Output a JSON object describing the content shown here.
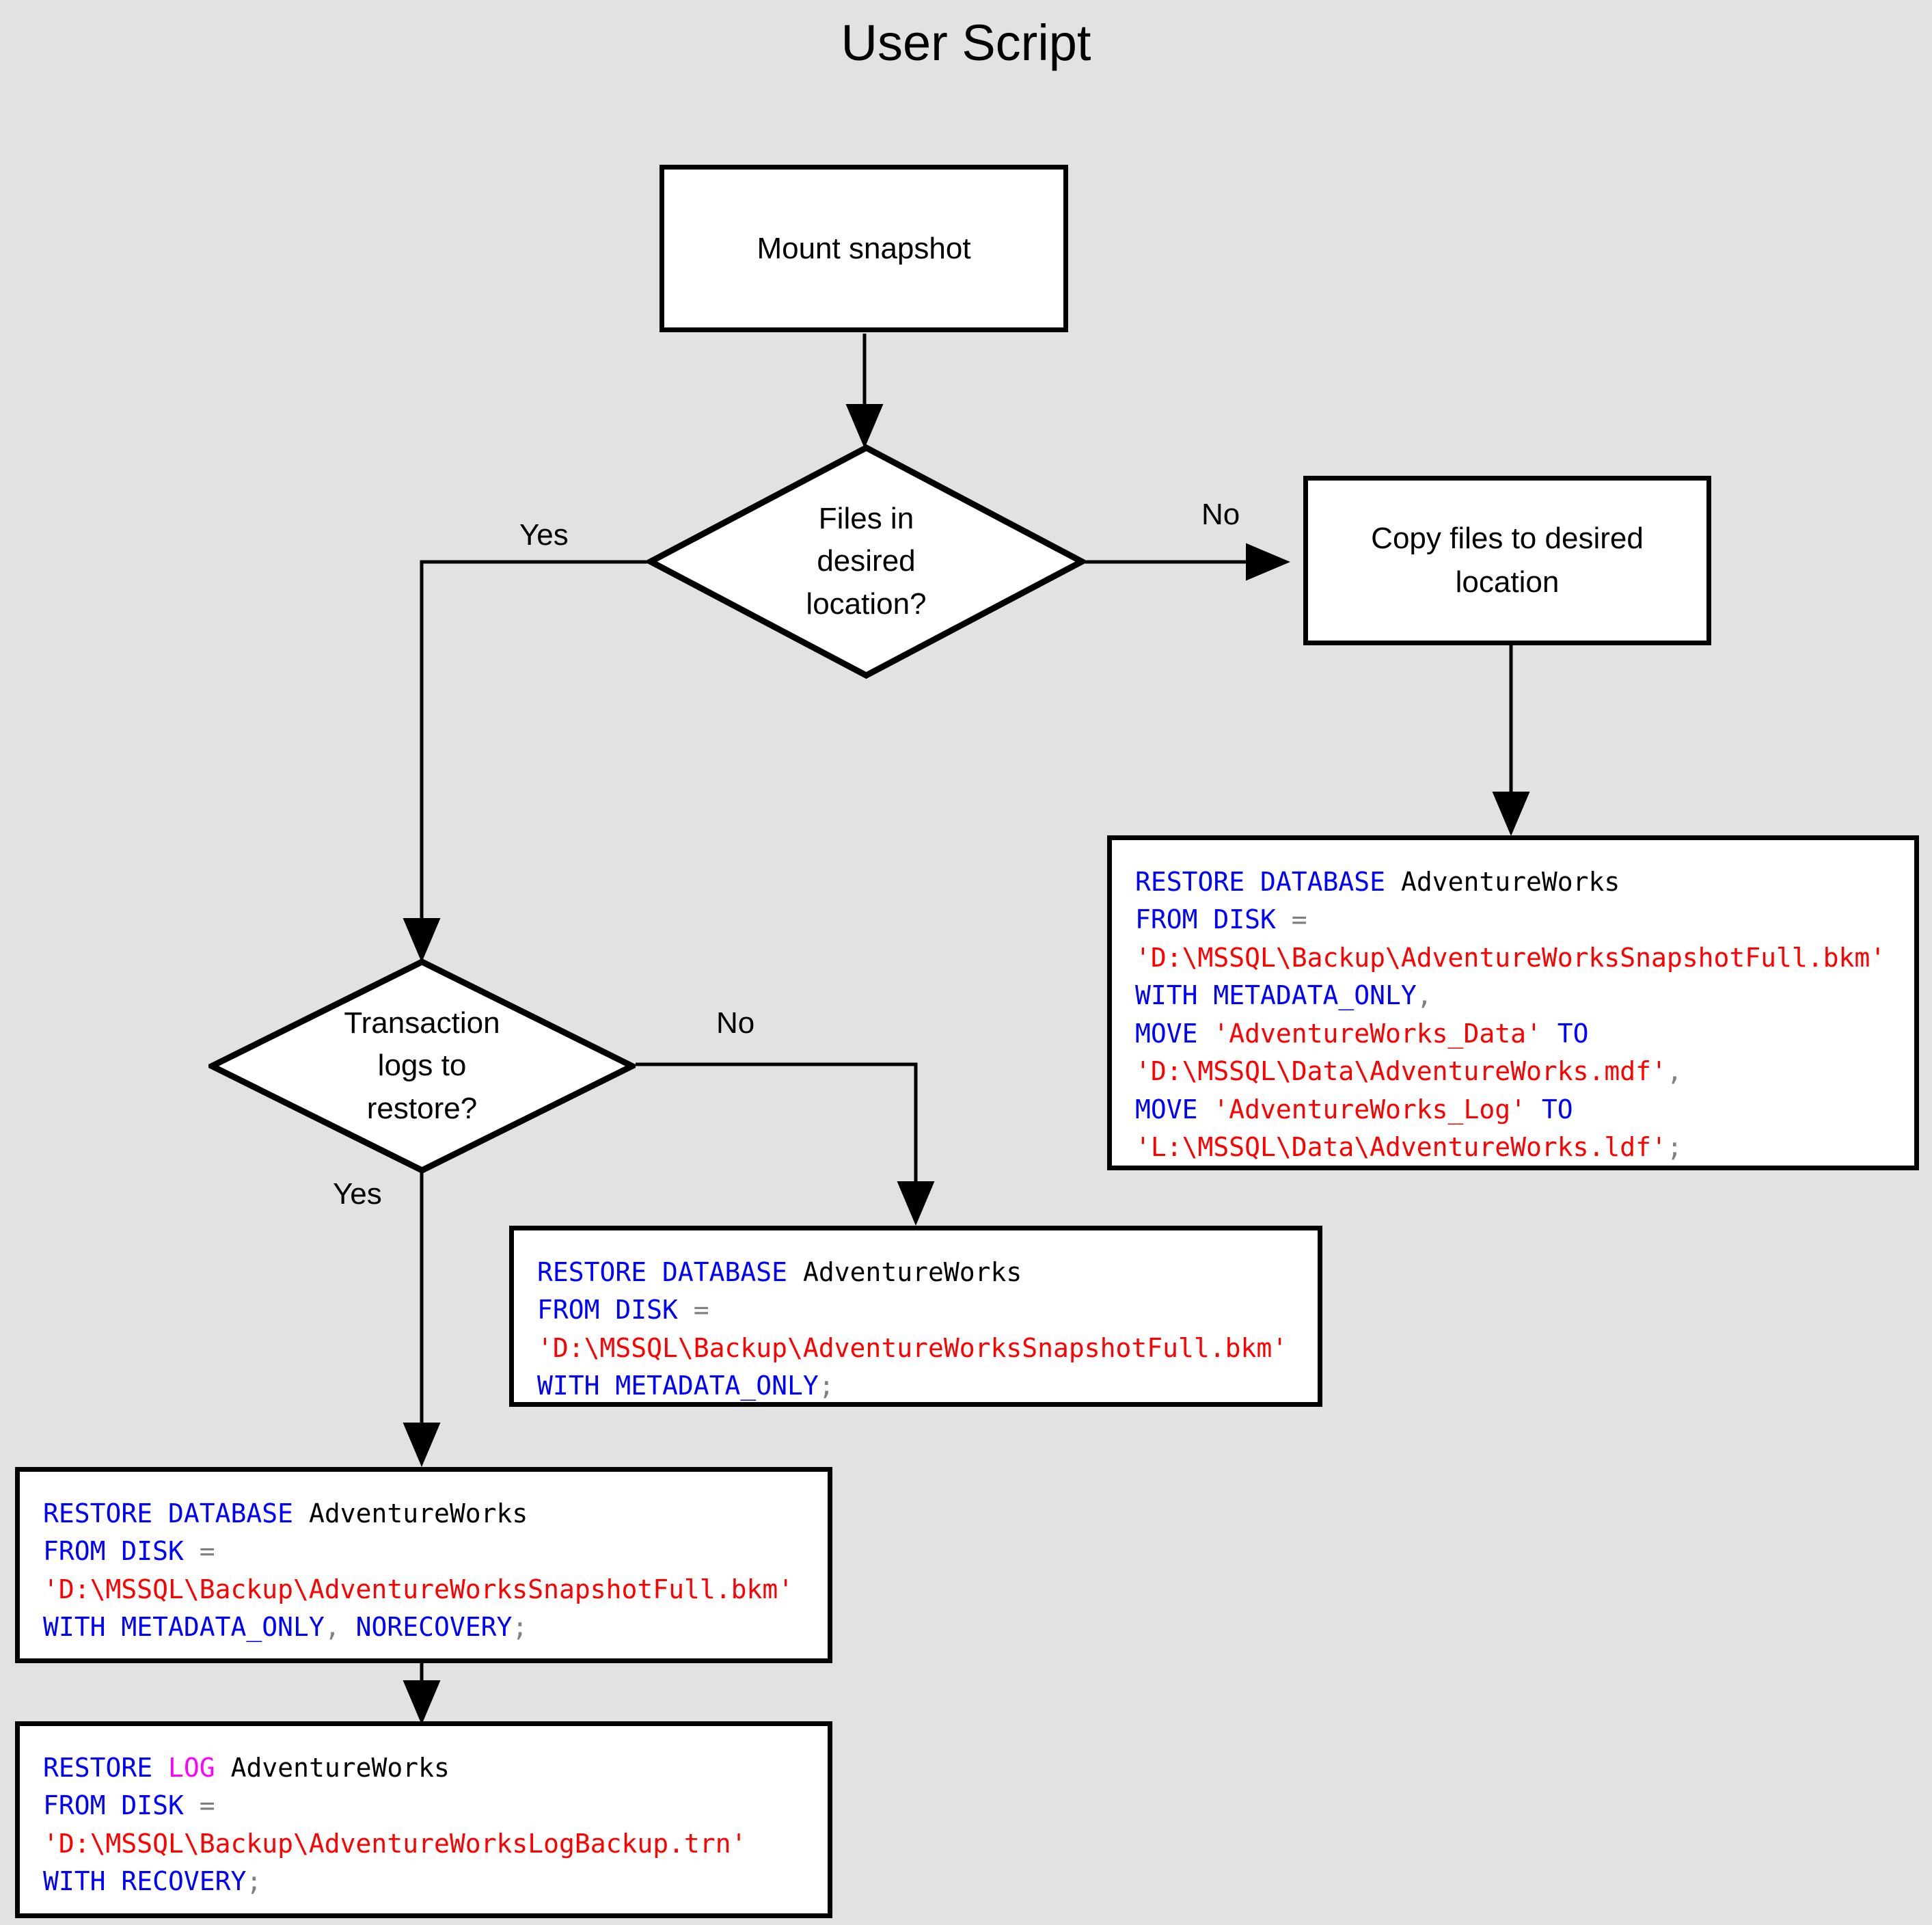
{
  "title": "User Script",
  "nodes": {
    "mount_snapshot": {
      "label": "Mount snapshot"
    },
    "files_decision": {
      "label": "Files in\ndesired\nlocation?"
    },
    "copy_files": {
      "label": "Copy files to desired location"
    },
    "logs_decision": {
      "label": "Transaction\nlogs to\nrestore?"
    }
  },
  "edge_labels": {
    "files_yes": "Yes",
    "files_no": "No",
    "logs_no": "No",
    "logs_yes": "Yes"
  },
  "code_blocks": {
    "restore_with_move": {
      "lines": [
        [
          {
            "t": "RESTORE DATABASE ",
            "c": "kw"
          },
          {
            "t": "AdventureWorks",
            "c": "ident"
          }
        ],
        [
          {
            "t": "FROM DISK ",
            "c": "kw"
          },
          {
            "t": "=",
            "c": "pun"
          }
        ],
        [
          {
            "t": "'D:\\MSSQL\\Backup\\AdventureWorksSnapshotFull.bkm'",
            "c": "str"
          }
        ],
        [
          {
            "t": "WITH METADATA_ONLY",
            "c": "kw"
          },
          {
            "t": ",",
            "c": "pun"
          }
        ],
        [
          {
            "t": "MOVE ",
            "c": "kw"
          },
          {
            "t": "'AdventureWorks_Data'",
            "c": "str"
          },
          {
            "t": " TO",
            "c": "kw"
          }
        ],
        [
          {
            "t": "'D:\\MSSQL\\Data\\AdventureWorks.mdf'",
            "c": "str"
          },
          {
            "t": ",",
            "c": "pun"
          }
        ],
        [
          {
            "t": "MOVE ",
            "c": "kw"
          },
          {
            "t": "'AdventureWorks_Log'",
            "c": "str"
          },
          {
            "t": " TO",
            "c": "kw"
          }
        ],
        [
          {
            "t": "'L:\\MSSQL\\Data\\AdventureWorks.ldf'",
            "c": "str"
          },
          {
            "t": ";",
            "c": "pun"
          }
        ]
      ]
    },
    "restore_metadata_only": {
      "lines": [
        [
          {
            "t": "RESTORE DATABASE ",
            "c": "kw"
          },
          {
            "t": "AdventureWorks",
            "c": "ident"
          }
        ],
        [
          {
            "t": "FROM DISK ",
            "c": "kw"
          },
          {
            "t": "=",
            "c": "pun"
          }
        ],
        [
          {
            "t": "'D:\\MSSQL\\Backup\\AdventureWorksSnapshotFull.bkm'",
            "c": "str"
          }
        ],
        [
          {
            "t": "WITH METADATA_ONLY",
            "c": "kw"
          },
          {
            "t": ";",
            "c": "pun"
          }
        ]
      ]
    },
    "restore_norecovery": {
      "lines": [
        [
          {
            "t": "RESTORE DATABASE ",
            "c": "kw"
          },
          {
            "t": "AdventureWorks",
            "c": "ident"
          }
        ],
        [
          {
            "t": "FROM DISK ",
            "c": "kw"
          },
          {
            "t": "=",
            "c": "pun"
          }
        ],
        [
          {
            "t": "'D:\\MSSQL\\Backup\\AdventureWorksSnapshotFull.bkm'",
            "c": "str"
          }
        ],
        [
          {
            "t": "WITH METADATA_ONLY",
            "c": "kw"
          },
          {
            "t": ", ",
            "c": "pun"
          },
          {
            "t": "NORECOVERY",
            "c": "kw"
          },
          {
            "t": ";",
            "c": "pun"
          }
        ]
      ]
    },
    "restore_log": {
      "lines": [
        [
          {
            "t": "RESTORE ",
            "c": "kw"
          },
          {
            "t": "LOG",
            "c": "kw2"
          },
          {
            "t": " ",
            "c": "ident"
          },
          {
            "t": "AdventureWorks",
            "c": "ident"
          }
        ],
        [
          {
            "t": "FROM DISK ",
            "c": "kw"
          },
          {
            "t": "=",
            "c": "pun"
          }
        ],
        [
          {
            "t": "'D:\\MSSQL\\Backup\\AdventureWorksLogBackup.trn'",
            "c": "str"
          }
        ],
        [
          {
            "t": "WITH RECOVERY",
            "c": "kw"
          },
          {
            "t": ";",
            "c": "pun"
          }
        ]
      ]
    }
  },
  "colors": {
    "background": "#e2e2e2",
    "shape_fill": "#ffffff",
    "shape_stroke": "#000000",
    "keyword": "#0000ff",
    "keyword_log": "#ff00ff",
    "string": "#ff0000",
    "punctuation": "#808080"
  }
}
